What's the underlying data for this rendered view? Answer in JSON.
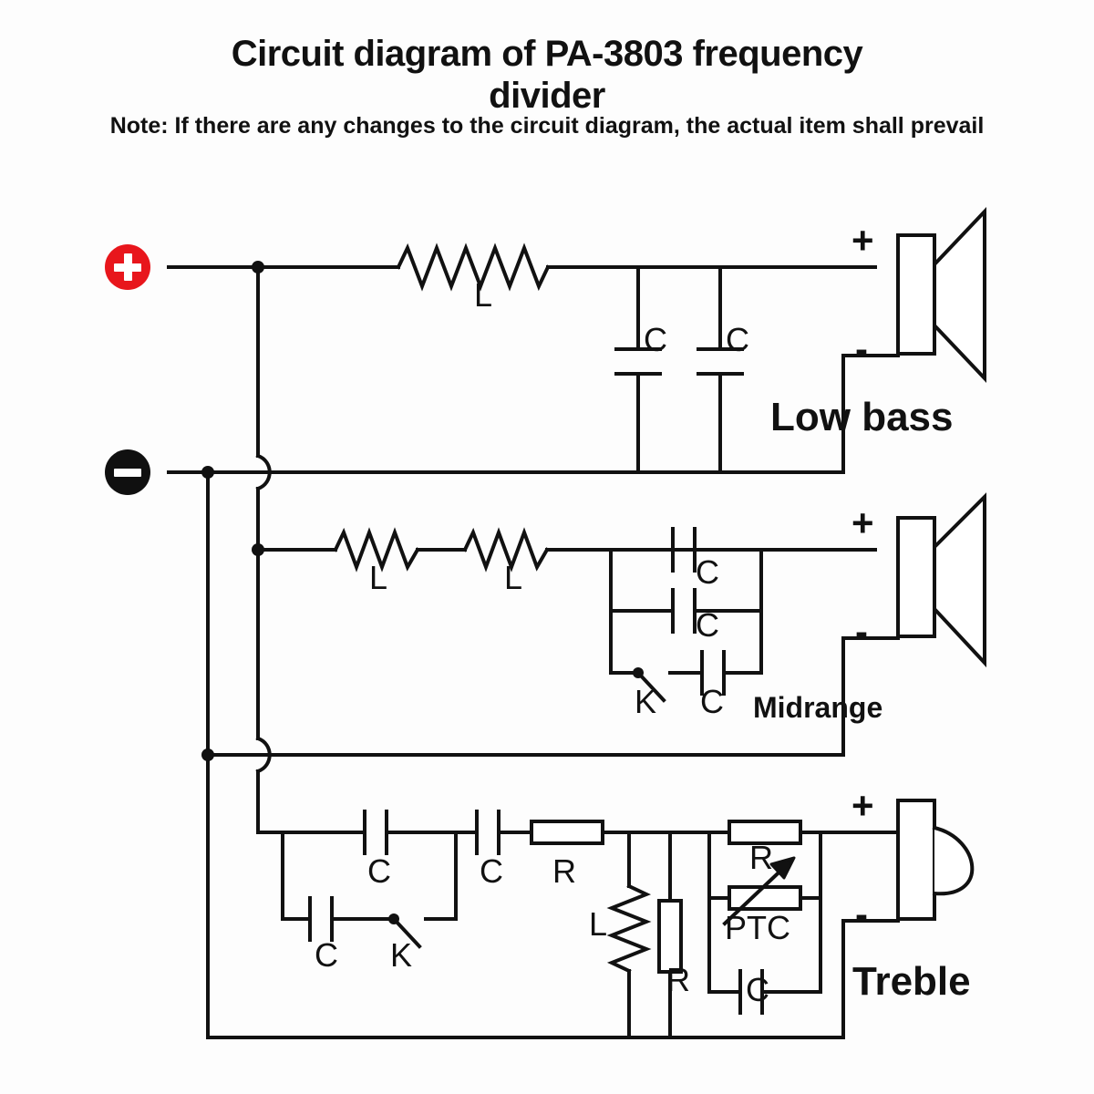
{
  "header": {
    "title": "Circuit diagram of PA-3803 frequency divider",
    "note": "Note: If there are any changes to the circuit diagram, the actual item shall prevail"
  },
  "terminals": {
    "plus": {
      "symbol": "+",
      "color": "#e8161c",
      "name": "positive-input-terminal"
    },
    "minus": {
      "symbol": "−",
      "color": "#101010",
      "name": "negative-input-terminal"
    }
  },
  "sections": [
    {
      "id": "low-bass",
      "label": "Low bass",
      "speaker": {
        "type": "horn",
        "plus": "+",
        "minus": "-"
      },
      "components": [
        {
          "ref": "L",
          "type": "inductor",
          "orientation": "horizontal",
          "role": "series"
        },
        {
          "ref": "C",
          "type": "capacitor",
          "orientation": "vertical",
          "role": "shunt"
        },
        {
          "ref": "C",
          "type": "capacitor",
          "orientation": "vertical",
          "role": "shunt"
        }
      ]
    },
    {
      "id": "midrange",
      "label": "Midrange",
      "speaker": {
        "type": "horn",
        "plus": "+",
        "minus": "-"
      },
      "components": [
        {
          "ref": "L",
          "type": "inductor",
          "orientation": "horizontal",
          "role": "series"
        },
        {
          "ref": "L",
          "type": "inductor",
          "orientation": "horizontal",
          "role": "series"
        },
        {
          "ref": "C",
          "type": "capacitor",
          "orientation": "horizontal",
          "role": "parallel-branch-1"
        },
        {
          "ref": "C",
          "type": "capacitor",
          "orientation": "horizontal",
          "role": "parallel-branch-2"
        },
        {
          "ref": "K",
          "type": "switch",
          "orientation": "horizontal",
          "role": "parallel-branch-3"
        },
        {
          "ref": "C",
          "type": "capacitor",
          "orientation": "horizontal",
          "role": "parallel-branch-3"
        }
      ]
    },
    {
      "id": "treble",
      "label": "Treble",
      "speaker": {
        "type": "dome",
        "plus": "+",
        "minus": "-"
      },
      "components": [
        {
          "ref": "C",
          "type": "capacitor",
          "orientation": "horizontal",
          "role": "series"
        },
        {
          "ref": "C",
          "type": "capacitor",
          "orientation": "horizontal",
          "role": "bypass-branch"
        },
        {
          "ref": "K",
          "type": "switch",
          "orientation": "horizontal",
          "role": "bypass-branch"
        },
        {
          "ref": "C",
          "type": "capacitor",
          "orientation": "horizontal",
          "role": "series"
        },
        {
          "ref": "R",
          "type": "resistor",
          "orientation": "horizontal",
          "role": "series"
        },
        {
          "ref": "L",
          "type": "inductor",
          "orientation": "vertical",
          "role": "shunt"
        },
        {
          "ref": "R",
          "type": "resistor",
          "orientation": "vertical",
          "role": "shunt"
        },
        {
          "ref": "R",
          "type": "resistor",
          "orientation": "horizontal",
          "role": "protection-parallel"
        },
        {
          "ref": "PTC",
          "type": "variable-resistor",
          "orientation": "horizontal",
          "role": "protection-parallel"
        },
        {
          "ref": "C",
          "type": "capacitor",
          "orientation": "horizontal",
          "role": "protection-parallel"
        }
      ]
    }
  ],
  "labels": {
    "L": "L",
    "C": "C",
    "R": "R",
    "K": "K",
    "PTC": "PTC",
    "plus_sign": "+",
    "minus_sign": "-"
  },
  "style": {
    "wire_color": "#111111",
    "background": "#fdfdfd",
    "wire_width": 4
  }
}
